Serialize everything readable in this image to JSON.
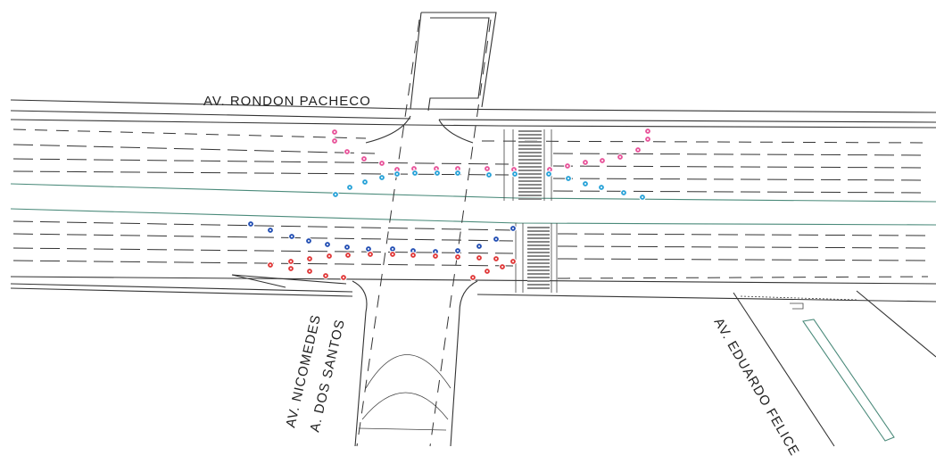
{
  "labels": {
    "rondon": "AV. RONDON PACHECO",
    "nicomedes_1": "AV. NICOMEDES",
    "nicomedes_2": "A. DOS SANTOS",
    "eduardo": "AV. EDUARDO FELICE"
  },
  "colors": {
    "pink": "#e8559b",
    "light_blue": "#2aa3d8",
    "blue": "#2450b4",
    "red": "#e03a3a",
    "median_green": "#4a8a7a"
  },
  "icon_names": [
    "traffic-signal-icon",
    "crosswalk-icon"
  ]
}
